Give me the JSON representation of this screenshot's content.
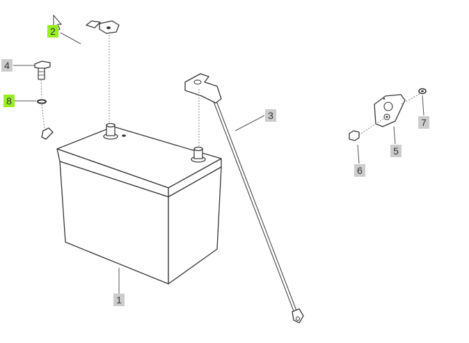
{
  "diagram": {
    "colors": {
      "callout_default": "#cccccc",
      "callout_highlight": "#99ee22",
      "line": "#333333"
    },
    "callouts": [
      {
        "id": "1",
        "label": "1",
        "part": "battery",
        "highlighted": false
      },
      {
        "id": "2",
        "label": "2",
        "part": "negative-cable",
        "highlighted": true
      },
      {
        "id": "3",
        "label": "3",
        "part": "positive-cable",
        "highlighted": false
      },
      {
        "id": "4",
        "label": "4",
        "part": "bolt",
        "highlighted": false
      },
      {
        "id": "5",
        "label": "5",
        "part": "terminal-bracket",
        "highlighted": false
      },
      {
        "id": "6",
        "label": "6",
        "part": "cap-nut",
        "highlighted": false
      },
      {
        "id": "7",
        "label": "7",
        "part": "small-nut",
        "highlighted": false
      },
      {
        "id": "8",
        "label": "8",
        "part": "washer",
        "highlighted": true
      }
    ]
  }
}
